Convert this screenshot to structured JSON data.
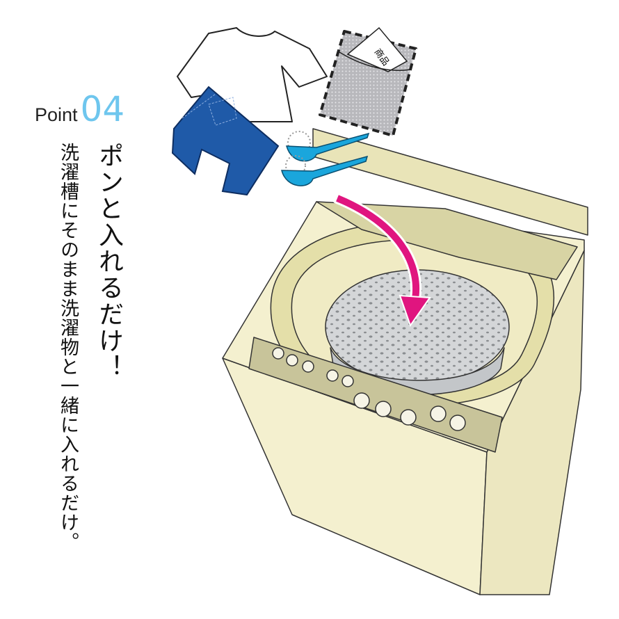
{
  "point": {
    "word": "Point",
    "number": "04"
  },
  "headline": "ポンと入れるだけ！",
  "description": "洗濯槽にそのまま洗濯物と一緒に入れるだけ。",
  "package": {
    "label": "商品"
  },
  "colors": {
    "accent": "#6ec6ee",
    "arrow": "#e0157f",
    "denim": "#1f5aa8",
    "scoop": "#1aa6dc",
    "machine": "#f4f0cf"
  }
}
